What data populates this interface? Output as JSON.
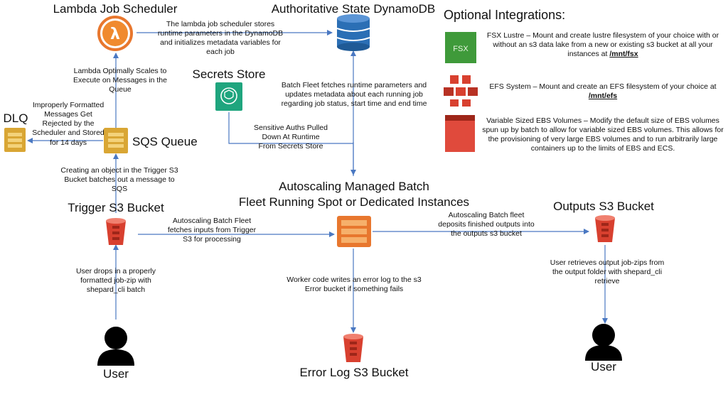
{
  "titles": {
    "lambda": "Lambda Job Scheduler",
    "dynamo": "Authoritative State DynamoDB",
    "secrets": "Secrets Store",
    "dlq": "DLQ",
    "sqs": "SQS Queue",
    "batch_line1": "Autoscaling Managed Batch",
    "batch_line2": "Fleet Running Spot or Dedicated Instances",
    "trigger": "Trigger S3 Bucket",
    "outputs": "Outputs S3 Bucket",
    "error": "Error Log S3 Bucket",
    "user_left": "User",
    "user_right": "User",
    "optional": "Optional Integrations:"
  },
  "notes": {
    "lambda_dynamo": "The lambda job scheduler stores runtime parameters in the DynamoDB and initializes metadata variables for each job",
    "lambda_scales": "Lambda Optimally Scales to Execute on Messages in the Queue",
    "improper": "Improperly Formatted Messages Get Rejected by the Scheduler and Stored for 14 days",
    "trigger_sqs": "Creating an object in the Trigger S3 Bucket batches out a message to SQS",
    "batch_dynamo": "Batch Fleet fetches runtime parameters and updates metadata about each running job regarding job status, start time and end time",
    "secrets_auths": "Sensitive Auths Pulled Down At Runtime From Secrets Store",
    "fetch_inputs": "Autoscaling Batch Fleet fetches inputs from Trigger S3 for processing",
    "deposit_outputs": "Autoscaling Batch fleet deposits finished outputs into the outputs s3 bucket",
    "user_drops": "User drops in a properly formatted job-zip with shepard_cli batch",
    "worker_error": "Worker code writes an error log to the s3 Error bucket if something fails",
    "user_retrieves": "User retrieves output job-zips from the output folder with shepard_cli retrieve"
  },
  "integrations": [
    {
      "icon": "fsx-icon",
      "badge": "FSX",
      "text": "FSX Lustre – Mount and create lustre filesystem of your choice with or without an s3 data lake from a new or existing s3 bucket at all your instances at",
      "path": "/mnt/fsx"
    },
    {
      "icon": "efs-icon",
      "text": "EFS System – Mount and create an EFS filesystem of your choice at",
      "path": "/mnt/efs"
    },
    {
      "icon": "ebs-icon",
      "text": "Variable Sized EBS Volumes – Modify the default size of EBS volumes spun up by batch to allow for variable sized EBS volumes. This allows for the provisioning of very large EBS volumes and to run arbitrarily large containers up to the limits of EBS and ECS."
    }
  ],
  "colors": {
    "arrow": "#4a78c2",
    "lambda": "#e8772e",
    "dynamo": "#2b6fb5",
    "secrets": "#1fa57e",
    "sqs": "#d9a634",
    "s3": "#d8402f",
    "batch": "#e8772e",
    "fsx": "#3f9a3a",
    "ebs": "#e04a3c"
  }
}
